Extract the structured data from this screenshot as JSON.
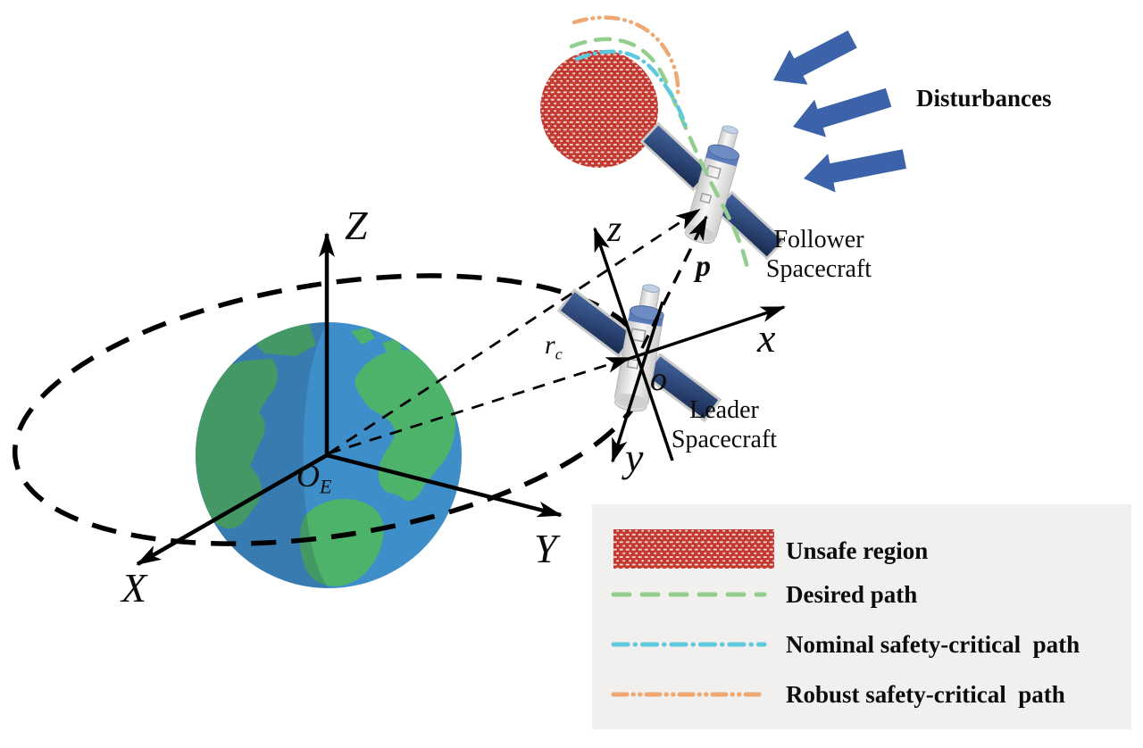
{
  "figure": {
    "eci_frame": {
      "z_label": "Z",
      "x_label": "X",
      "y_label": "Y",
      "origin_main": "O",
      "origin_sub": "E"
    },
    "lvlh_frame": {
      "z_label": "z",
      "x_label": "x",
      "y_label": "y",
      "origin_label": "o"
    },
    "vectors": {
      "leader_position_main": "r",
      "leader_position_sub": "c",
      "relative_position": "p"
    },
    "spacecraft": {
      "follower_line1": "Follower",
      "follower_line2": "Spacecraft",
      "leader_line1": "Leader",
      "leader_line2": "Spacecraft"
    },
    "disturbances_label": "Disturbances"
  },
  "legend": {
    "background": "#f1f0ee",
    "items": [
      {
        "label": "Unsafe region",
        "swatch": "hatched-rect",
        "color": "#c23a30"
      },
      {
        "label": "Desired path",
        "swatch": "dashed-line",
        "color": "#94ce8e"
      },
      {
        "label": "Nominal safety-critical  path",
        "swatch": "dash-dot-line",
        "color": "#5ec8de"
      },
      {
        "label": "Robust safety-critical  path",
        "swatch": "dash-dot-dot-line",
        "color": "#f0a873"
      }
    ]
  },
  "colors": {
    "unsafe_base": "#c23a30",
    "unsafe_dot": "#ffffff",
    "desired_green": "#94ce8e",
    "nominal_cyan": "#5ec8de",
    "robust_orange": "#f0a873",
    "disturbance_blue": "#3c63a9",
    "earth_ocean": "#3e8eca",
    "earth_land": "#4db26a",
    "line_black": "#000000"
  }
}
